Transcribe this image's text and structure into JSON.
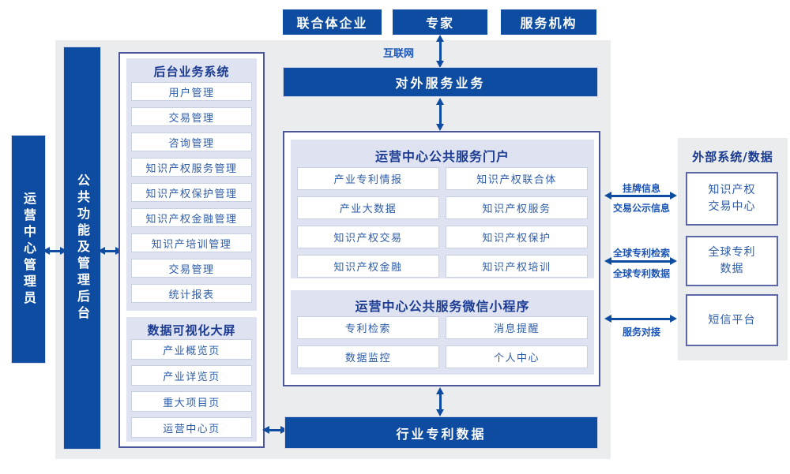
{
  "palette": {
    "primary_blue": "#0d4ca0",
    "navy_header_text": "#1b3b92",
    "item_text_blue": "#2d5ca8",
    "label_blue": "#1c55b5",
    "lavender_subbox": "#dfe3f1",
    "slate_border": "#4b569d",
    "panel_gray": "#ebeced"
  },
  "top_actors": [
    "联合体企业",
    "专家",
    "服务机构"
  ],
  "internet_label": "互联网",
  "external_service_bar": "对外服务业务",
  "left_bars": {
    "admin": "运营中心管理员",
    "backend": "公共功能及管理后台"
  },
  "backend_system": {
    "title": "后台业务系统",
    "items": [
      "用户管理",
      "交易管理",
      "咨询管理",
      "知识产权服务管理",
      "知识产权保护管理",
      "知识产权金融管理",
      "知识产培训管理",
      "交易管理",
      "统计报表"
    ]
  },
  "dashboard": {
    "title": "数据可视化大屏",
    "items": [
      "产业概览页",
      "产业详览页",
      "重大项目页",
      "运营中心页"
    ]
  },
  "portal": {
    "title": "运营中心公共服务门户",
    "items": [
      "产业专利情报",
      "知识产权联合体",
      "产业大数据",
      "知识产权服务",
      "知识产权交易",
      "知识产权保护",
      "知识产权金融",
      "知识产权培训"
    ]
  },
  "miniprogram": {
    "title": "运营中心公共服务微信小程序",
    "items": [
      "专利检索",
      "消息提醒",
      "数据监控",
      "个人中心"
    ]
  },
  "industry_bar": "行业专利数据",
  "external_panel": {
    "title": "外部系统/数据",
    "systems": [
      "知识产权\n交易中心",
      "全球专利\n数据",
      "短信平台"
    ]
  },
  "link_labels": {
    "listing_top": "挂牌信息",
    "listing_bottom": "交易公示信息",
    "patent_top": "全球专利检索",
    "patent_bottom": "全球专利数据",
    "service_bottom": "服务对接"
  }
}
